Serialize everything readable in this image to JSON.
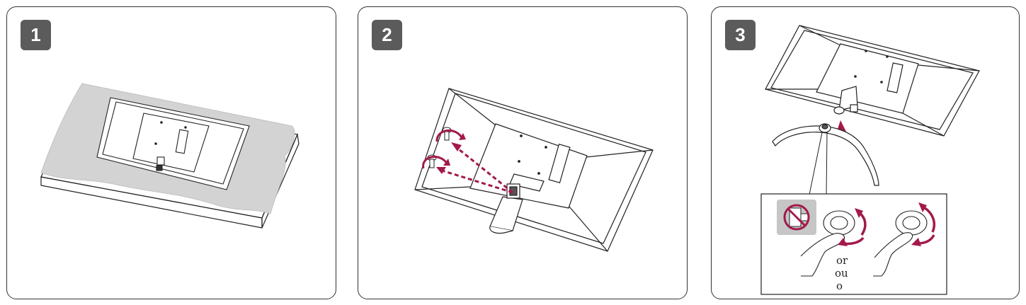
{
  "steps": [
    {
      "number": "1"
    },
    {
      "number": "2"
    },
    {
      "number": "3"
    }
  ],
  "step3": {
    "or_lines": [
      "or",
      "ou",
      "o"
    ]
  },
  "colors": {
    "accent_arrow": "#a3194c",
    "border": "#333333",
    "badge_bg": "#5b5b5b",
    "cloth": "#d3d3d3",
    "prohibited": "#a3194c"
  }
}
